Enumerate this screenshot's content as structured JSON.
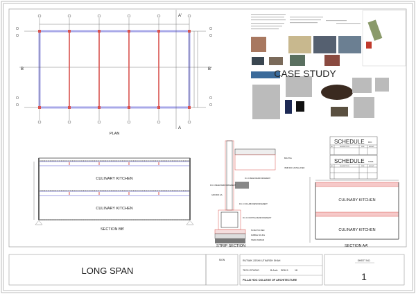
{
  "title_block": {
    "project_title": "LONG SPAN",
    "sign_label": "SIGN",
    "students": "RUTWIK JOSHI/ UTKARSH SHAH",
    "course": "TECH STUDIO",
    "degree": "B.Arch",
    "semester": "SEM 9",
    "year": "18",
    "college": "PILLAI HOC COLLEGE OF ARCHITECTURE",
    "sheet_no_label": "SHEET NO.",
    "sheet_no": "1"
  },
  "plan": {
    "title": "PLAN",
    "section_marks": {
      "a_top": "A'",
      "a_bottom": "A",
      "b_left": "B",
      "b_right": "B'"
    }
  },
  "section_bb": {
    "title": "SECTION BB'",
    "rooms": [
      "CULINARY KITCHEN",
      "CULINARY KITCHEN"
    ]
  },
  "section_aa": {
    "title": "SECTION AA'",
    "rooms": [
      "CULINARY KITCHEN",
      "CULINARY KITCHEN"
    ]
  },
  "strip_section": {
    "title": "STRIP SECTION",
    "labels": [
      "BOLTING",
      "ISMB 400 CASTELLATED",
      "R.C.C BEAM REINFORCEMENT",
      "R.C.C BEAM REINFORCEMENT",
      "GROUND LVL",
      "R.C.C COLUMN REINFORCEMENT",
      "R.C.C FOOTING REINFORCEMENT",
      "50 MM PCC BED",
      "RUBBLE SOLING",
      "HARD MURRAM"
    ]
  },
  "case_study": {
    "title": "CASE STUDY"
  },
  "schedules": [
    {
      "title": "SCHEDULE",
      "subtitle": "RCC",
      "columns": [
        "NO.",
        "DESCRIPTION",
        "SIZE",
        "HEIGHT"
      ]
    },
    {
      "title": "SCHEDULE",
      "subtitle": "STEEL",
      "columns": [
        "NO.",
        "DESCRIPTION",
        "SIZE",
        "HEIGHT"
      ]
    }
  ],
  "colors": {
    "beam_red": "#d9534f",
    "slab_blue": "#a9a9e8",
    "frame": "#aaaaaa"
  }
}
